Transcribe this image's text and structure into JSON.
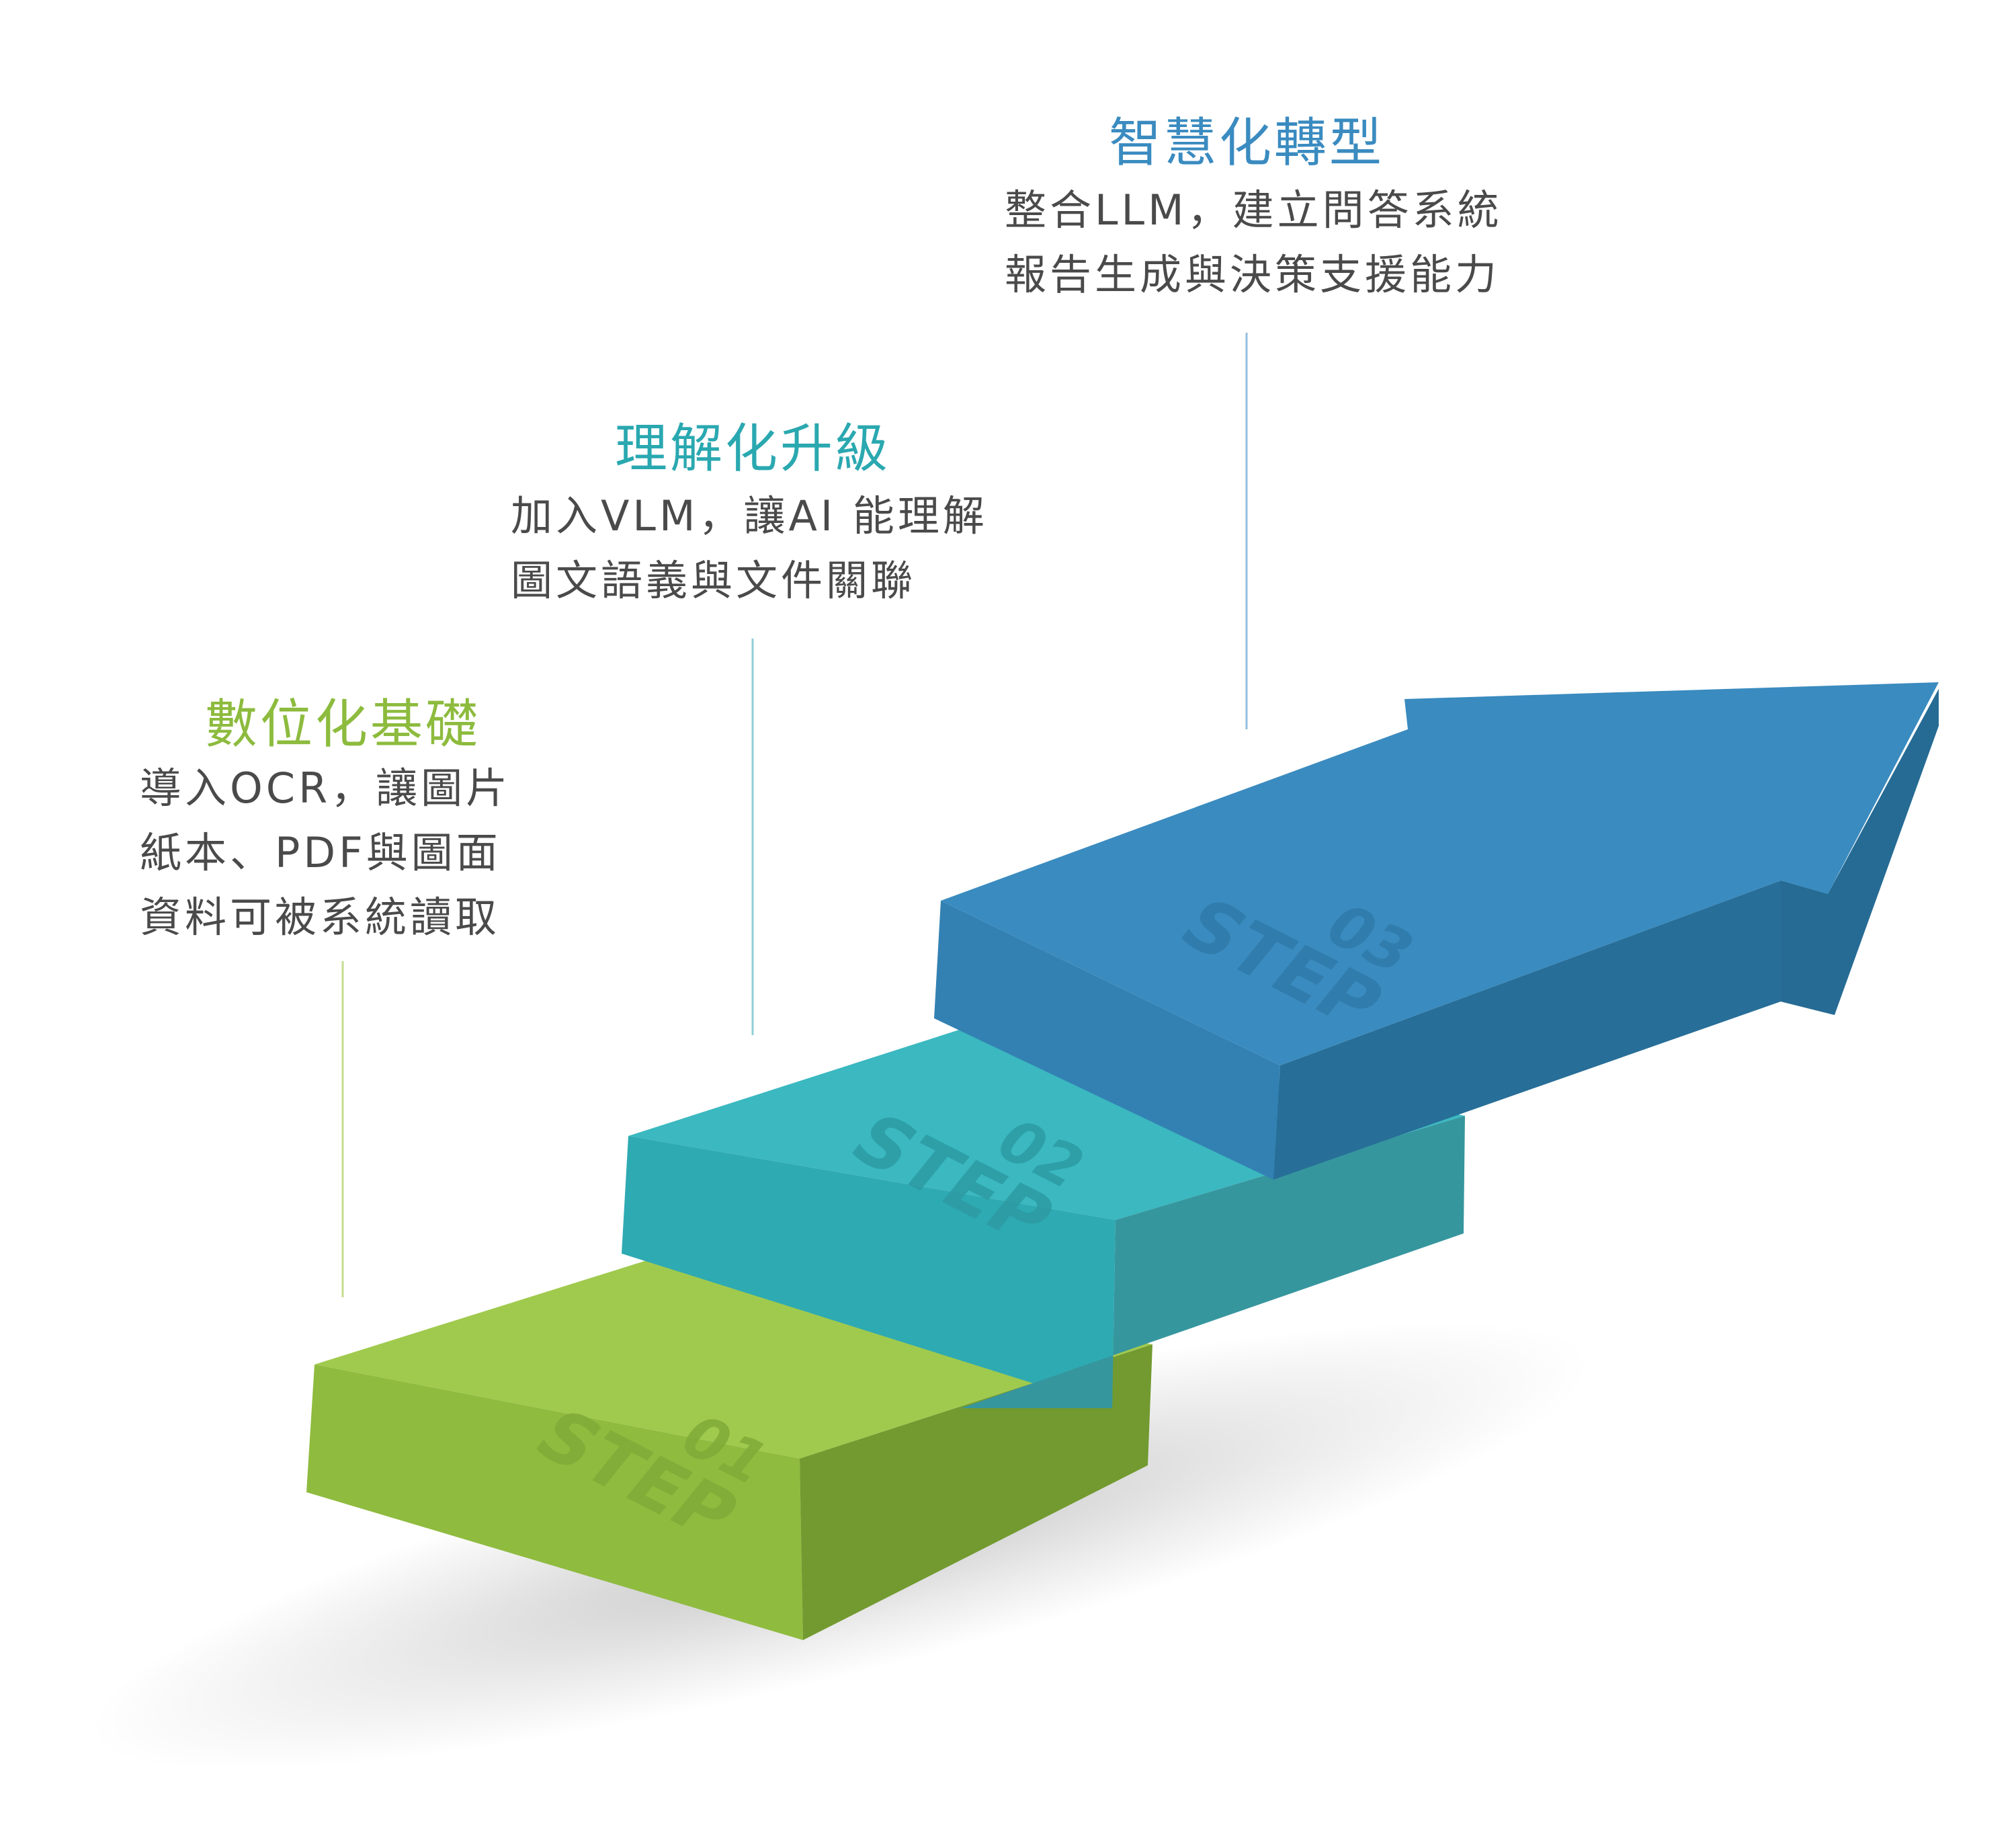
{
  "colors": {
    "green": "#8fbb3f",
    "teal": "#2eaab2",
    "blue": "#3a8bbf",
    "green_title": "#8dbb3e",
    "teal_title": "#2aa8b0",
    "blue_title": "#3a8bc0",
    "body_text": "#4a4a4a"
  },
  "steps": [
    {
      "title": "數位化基礎",
      "lines": [
        "導入OCR，讓圖片",
        "紙本、PDF與圖面",
        "資料可被系統讀取"
      ],
      "number": "01",
      "label": "STEP"
    },
    {
      "title": "理解化升級",
      "lines": [
        "加入VLM，讓AI 能理解",
        "圖文語義與文件關聯"
      ],
      "number": "02",
      "label": "STEP"
    },
    {
      "title": "智慧化轉型",
      "lines": [
        "整合LLM，建立問答系統",
        "報告生成與決策支援能力"
      ],
      "number": "03",
      "label": "STEP"
    }
  ]
}
